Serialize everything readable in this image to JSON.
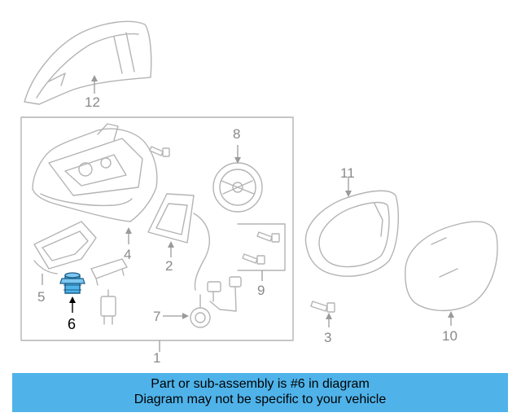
{
  "diagram": {
    "labels": {
      "p1": "1",
      "p2": "2",
      "p3": "3",
      "p4": "4",
      "p5": "5",
      "p6": "6",
      "p7": "7",
      "p8": "8",
      "p9": "9",
      "p10": "10",
      "p11": "11",
      "p12": "12"
    },
    "highlight_part": "6",
    "highlight_color": "#4fb3ea"
  },
  "caption": {
    "line1": "Part or sub-assembly is #6 in diagram",
    "line2": "Diagram may not be specific to your vehicle",
    "background": "#4fb3ea"
  }
}
